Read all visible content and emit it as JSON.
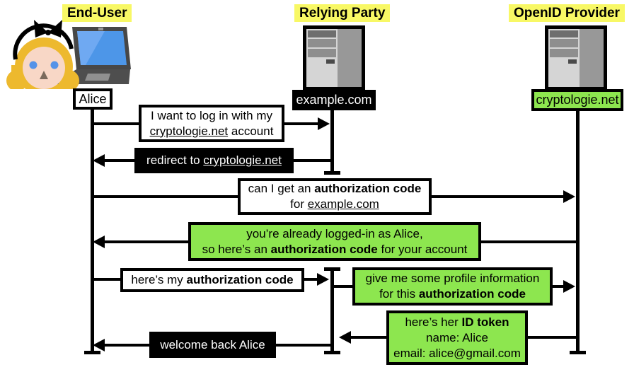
{
  "colors": {
    "highlight_yellow": "#F8F865",
    "accent_green": "#8DE64F",
    "line_black": "#000000",
    "box_white": "#FFFFFF",
    "laptop_screen_blue": "#4D96E8",
    "hair_gold": "#EDB92E",
    "face_pink": "#F8D7C6",
    "eye_blue": "#5593E8"
  },
  "actors": {
    "end_user": {
      "label": "End-User",
      "node": "Alice",
      "icons": [
        "girl-avatar",
        "laptop"
      ]
    },
    "relying_party": {
      "label": "Relying Party",
      "node": "example.com",
      "icons": [
        "server"
      ]
    },
    "openid_provider": {
      "label": "OpenID Provider",
      "node": "cryptologie.net",
      "icons": [
        "server"
      ]
    }
  },
  "messages": {
    "m1": {
      "from": "End-User",
      "to": "Relying Party",
      "arrow": "right",
      "box_style": "white",
      "l1": "I want to log in with my",
      "l2_link": "cryptologie.net",
      "l2_rest": " account"
    },
    "m2": {
      "from": "Relying Party",
      "to": "End-User",
      "arrow": "left",
      "box_style": "black",
      "l1_pre": "redirect to ",
      "l1_link": "cryptologie.net"
    },
    "m3": {
      "from": "End-User",
      "to": "OpenID Provider",
      "arrow": "right",
      "box_style": "white",
      "l1_pre": "can I get an ",
      "l1_bold": "authorization code",
      "l2_pre": "for ",
      "l2_link": "example.com"
    },
    "m4": {
      "from": "OpenID Provider",
      "to": "End-User",
      "arrow": "left",
      "box_style": "green",
      "l1": "you’re already logged-in as Alice,",
      "l2_pre": "so here’s an ",
      "l2_bold": "authorization code",
      "l2_post": " for your account"
    },
    "m5": {
      "from": "End-User",
      "to": "Relying Party",
      "arrow": "right",
      "box_style": "white",
      "l1_pre": "here’s my ",
      "l1_bold": "authorization code"
    },
    "m6": {
      "from": "Relying Party",
      "to": "OpenID Provider",
      "arrow": "right",
      "box_style": "green",
      "l1": "give me some profile information",
      "l2_pre": "for this ",
      "l2_bold": "authorization code"
    },
    "m7": {
      "from": "OpenID Provider",
      "to": "Relying Party",
      "arrow": "left",
      "box_style": "green",
      "l1_pre": "here’s her ",
      "l1_bold": "ID token",
      "l2": "name: Alice",
      "l3": "email: alice@gmail.com"
    },
    "m8": {
      "from": "Relying Party",
      "to": "End-User",
      "arrow": "left",
      "box_style": "black",
      "l1": "welcome back Alice"
    }
  }
}
